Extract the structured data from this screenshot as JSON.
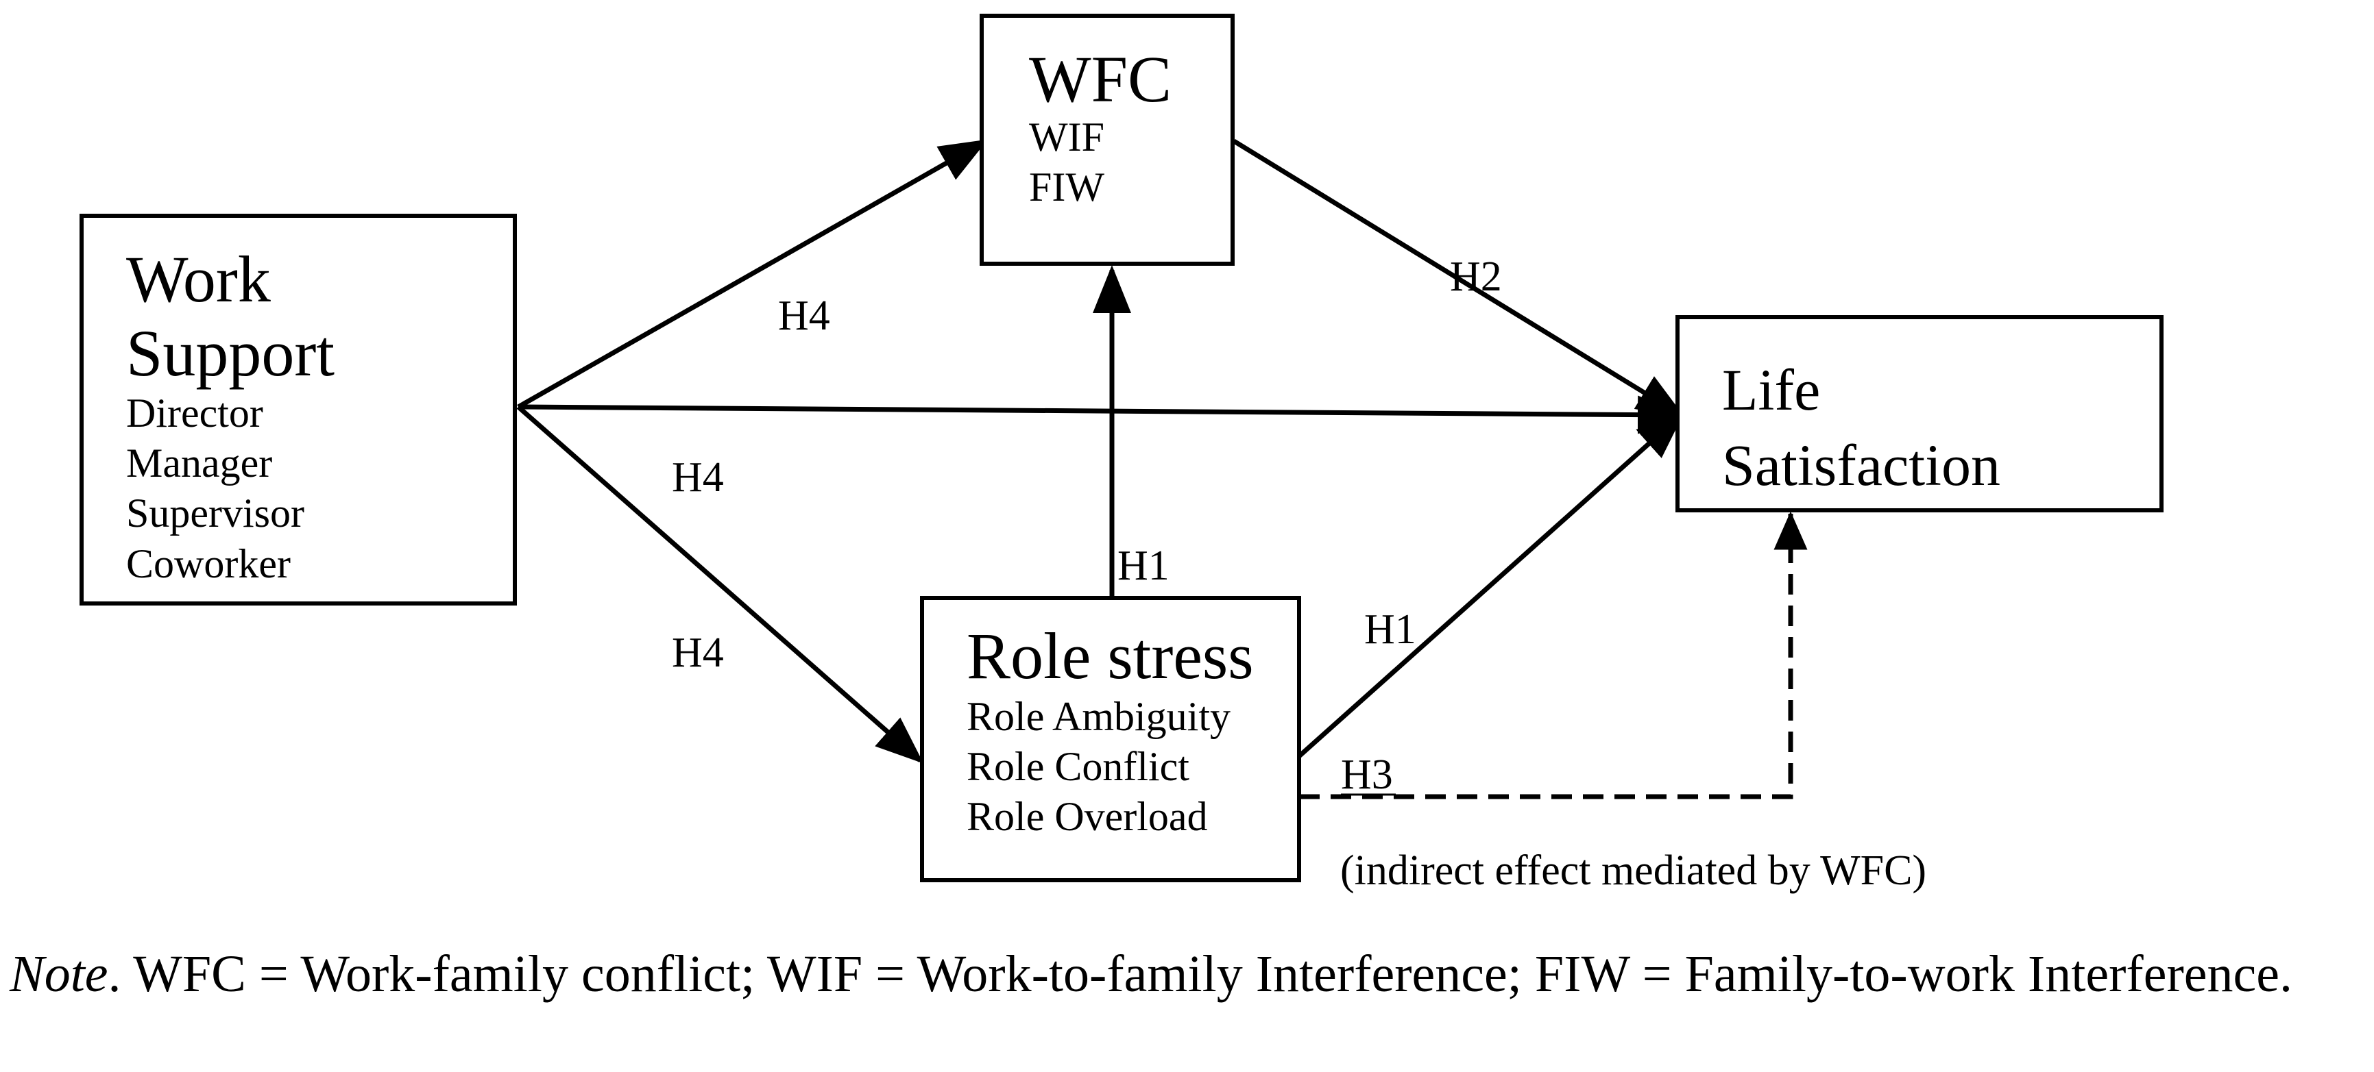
{
  "boxes": {
    "work_support": {
      "title_lines": [
        "Work",
        "Support"
      ],
      "items": [
        "Director",
        "Manager",
        "Supervisor",
        "Coworker"
      ]
    },
    "wfc": {
      "title": "WFC",
      "items": [
        "WIF",
        "FIW"
      ]
    },
    "role_stress": {
      "title": "Role stress",
      "items": [
        "Role Ambiguity",
        "Role Conflict",
        "Role Overload"
      ]
    },
    "life_satisfaction": {
      "title_lines": [
        "Life",
        "Satisfaction"
      ]
    }
  },
  "paths": {
    "ws_to_wfc": "H4",
    "ws_to_rs_upper": "H4",
    "ws_to_rs_lower": "H4",
    "rs_to_wfc": "H1",
    "rs_to_ls": "H1",
    "wfc_to_ls": "H2",
    "rs_to_ls_indirect": "H3"
  },
  "indirect_caption": "(indirect effect mediated by WFC)",
  "note": {
    "lead": "Note",
    "text": ". WFC = Work-family conflict; WIF = Work-to-family Interference; FIW = Family-to-work Interference."
  }
}
